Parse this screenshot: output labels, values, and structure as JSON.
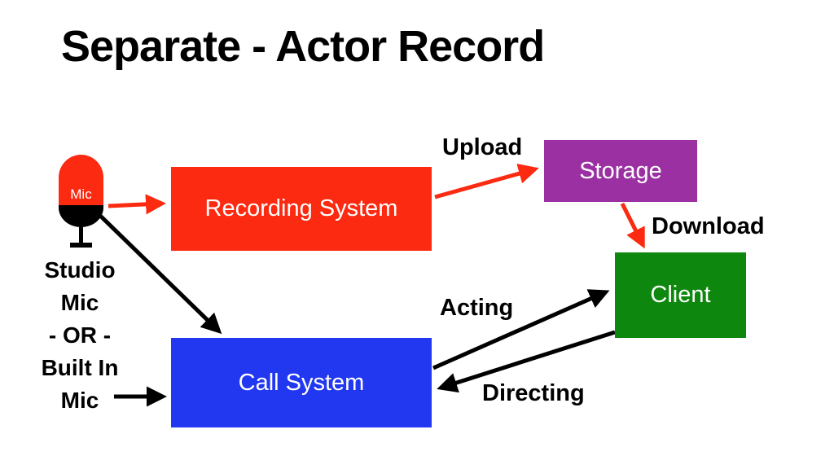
{
  "title": "Separate - Actor Record",
  "colors": {
    "recording_red": "#fb2a10",
    "storage_purple": "#9b30a2",
    "client_green": "#0e870e",
    "call_blue": "#2138f0",
    "arrow_red": "#fb2a10",
    "arrow_black": "#000000",
    "text_black": "#000000",
    "node_text_white": "#ffffff"
  },
  "nodes": {
    "mic": {
      "label": "Mic"
    },
    "recording": {
      "label": "Recording System"
    },
    "storage": {
      "label": "Storage"
    },
    "client": {
      "label": "Client"
    },
    "call": {
      "label": "Call System"
    }
  },
  "edges": {
    "upload": {
      "label": "Upload"
    },
    "download": {
      "label": "Download"
    },
    "acting": {
      "label": "Acting"
    },
    "directing": {
      "label": "Directing"
    }
  },
  "mic_caption": {
    "lines": [
      "Studio",
      "Mic",
      "- OR -",
      "Built In",
      "Mic"
    ]
  }
}
